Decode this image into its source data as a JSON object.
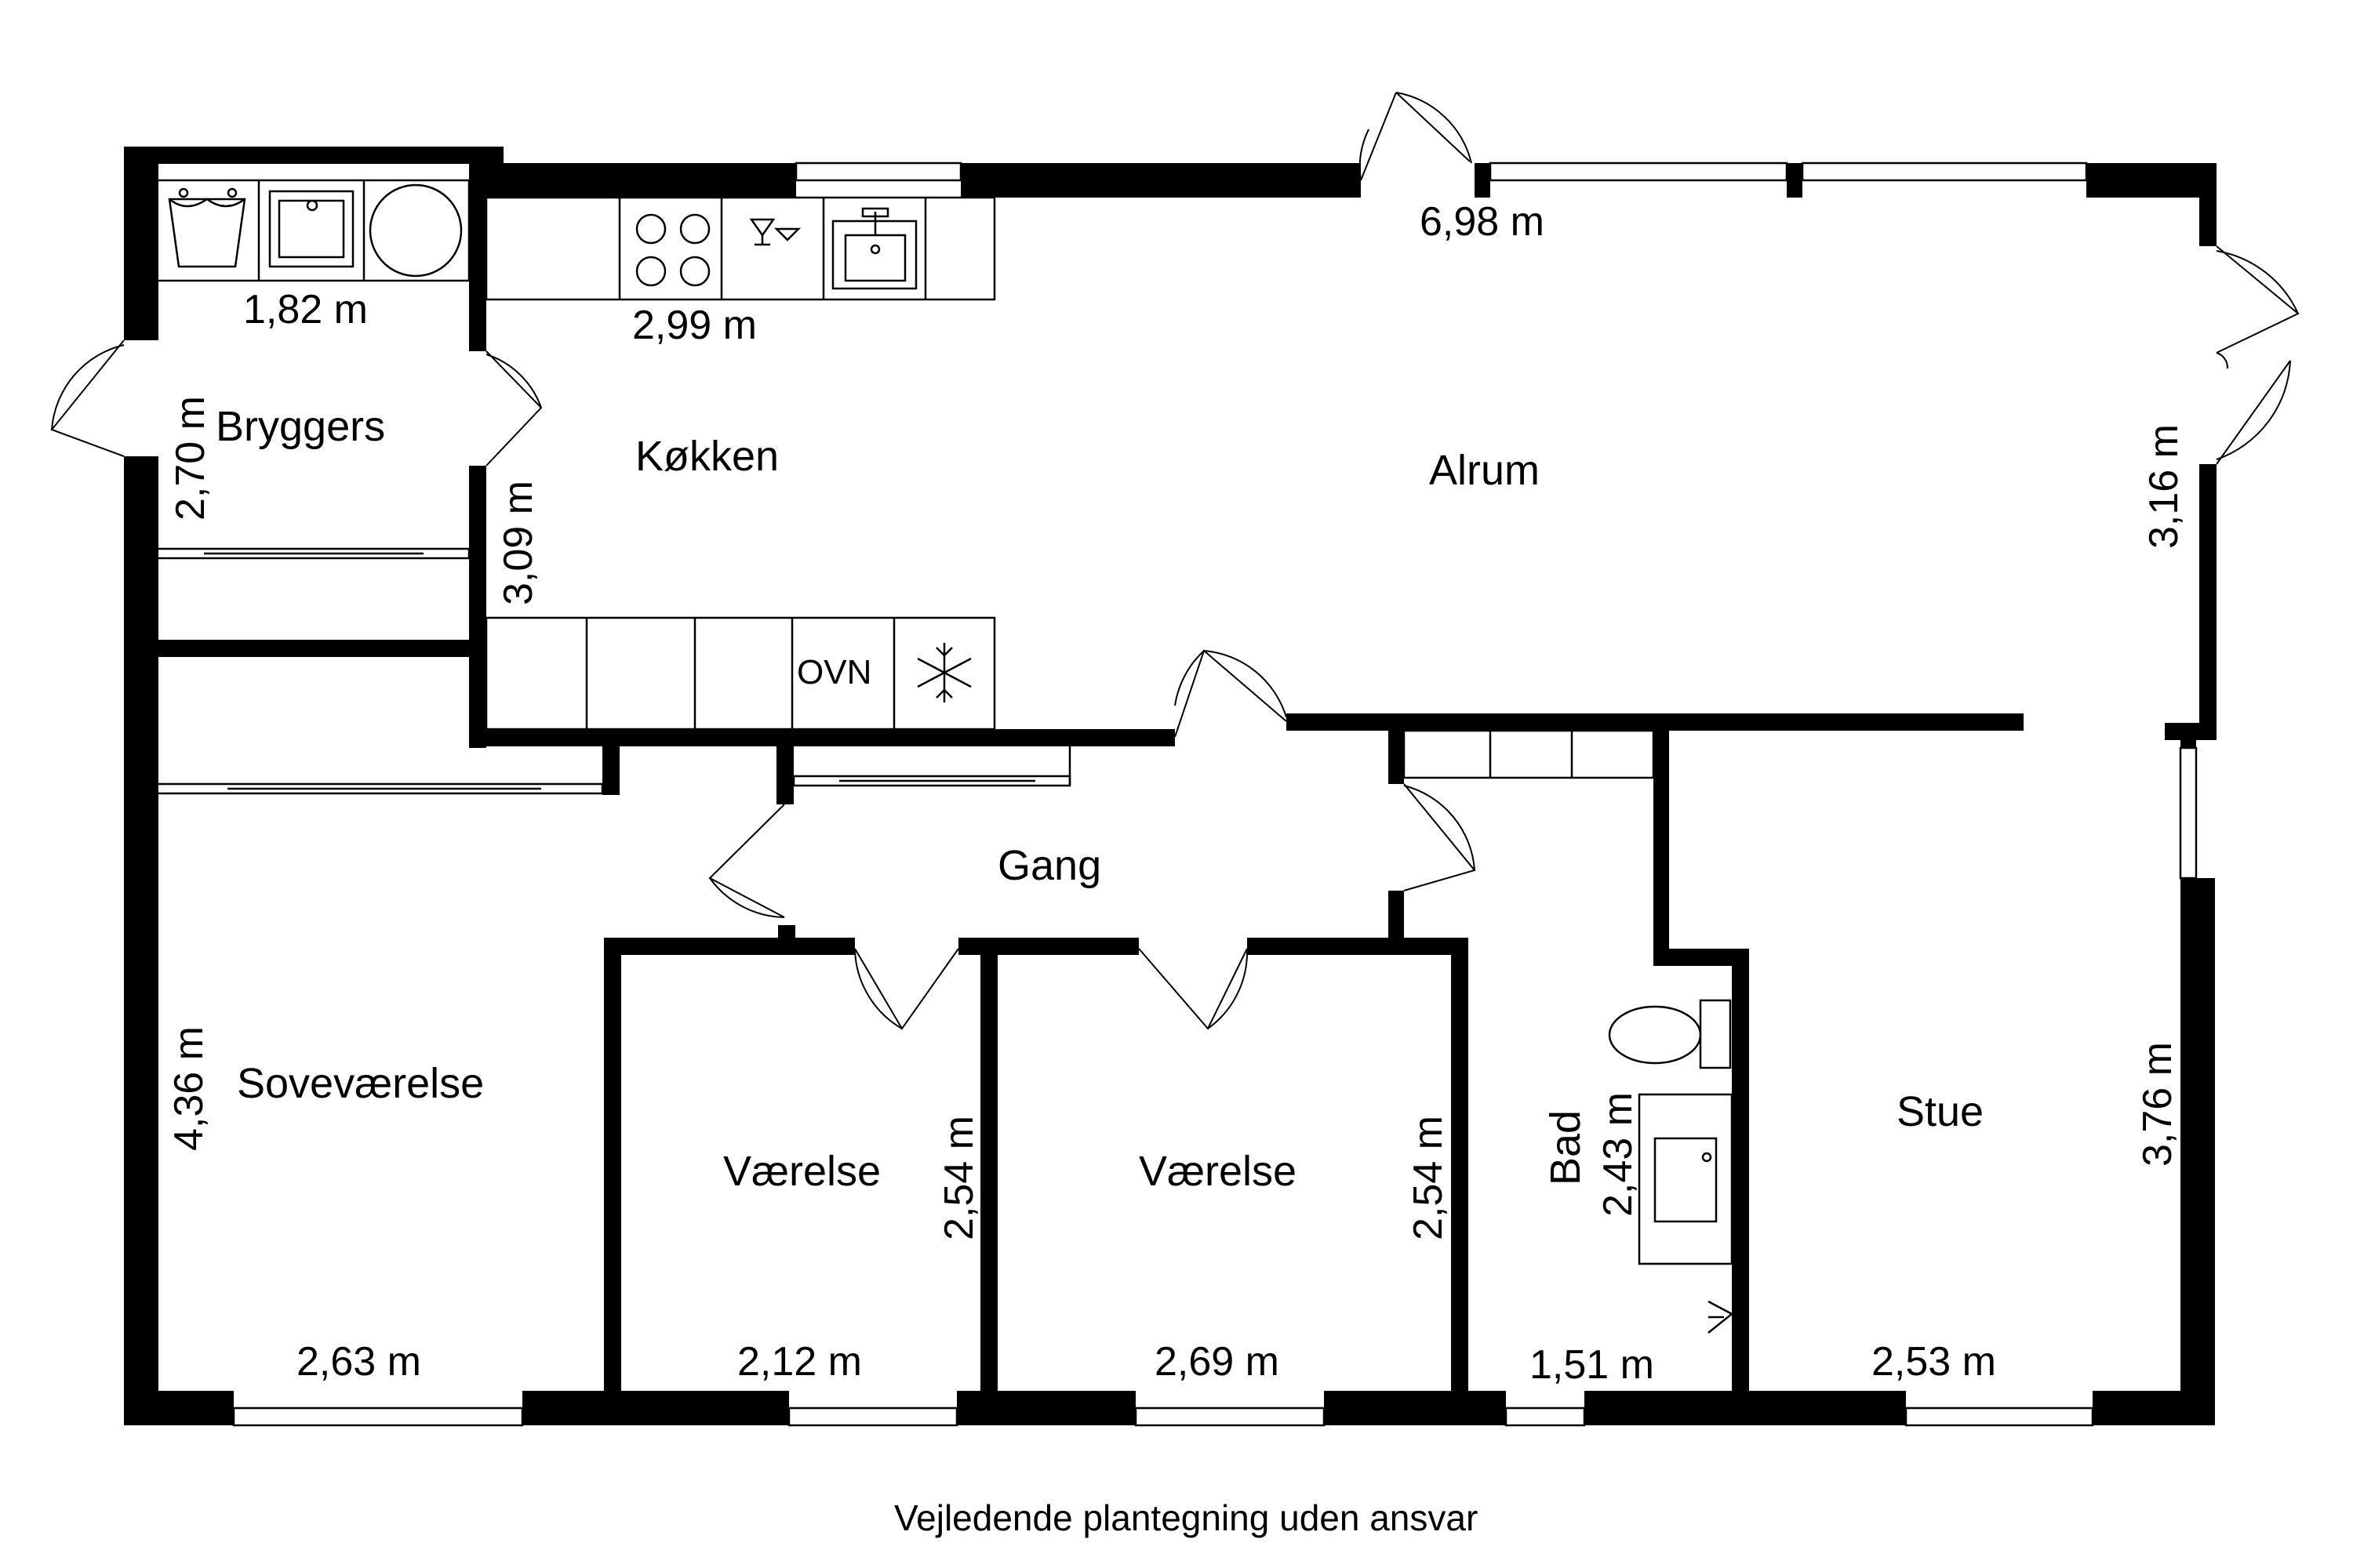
{
  "rooms": {
    "bryggers": "Bryggers",
    "kokken": "Køkken",
    "alrum": "Alrum",
    "gang": "Gang",
    "sovevaerelse": "Soveværelse",
    "vaerelse1": "Værelse",
    "vaerelse2": "Værelse",
    "bad": "Bad",
    "stue": "Stue"
  },
  "dimensions": {
    "bryggers_width": "1,82 m",
    "bryggers_height": "2,70 m",
    "kokken_width": "2,99 m",
    "kokken_height": "3,09 m",
    "alrum_width": "6,98 m",
    "alrum_height": "3,16 m",
    "sovevaerelse_width": "2,63 m",
    "sovevaerelse_height": "4,36 m",
    "vaerelse1_width": "2,12 m",
    "vaerelse1_height": "2,54 m",
    "vaerelse2_width": "2,69 m",
    "vaerelse2_height": "2,54 m",
    "bad_width": "1,51 m",
    "bad_height": "2,43 m",
    "stue_width": "2,53 m",
    "stue_height": "3,76 m"
  },
  "appliances": {
    "oven": "OVN"
  },
  "caption": "Vejledende plantegning uden ansvar"
}
